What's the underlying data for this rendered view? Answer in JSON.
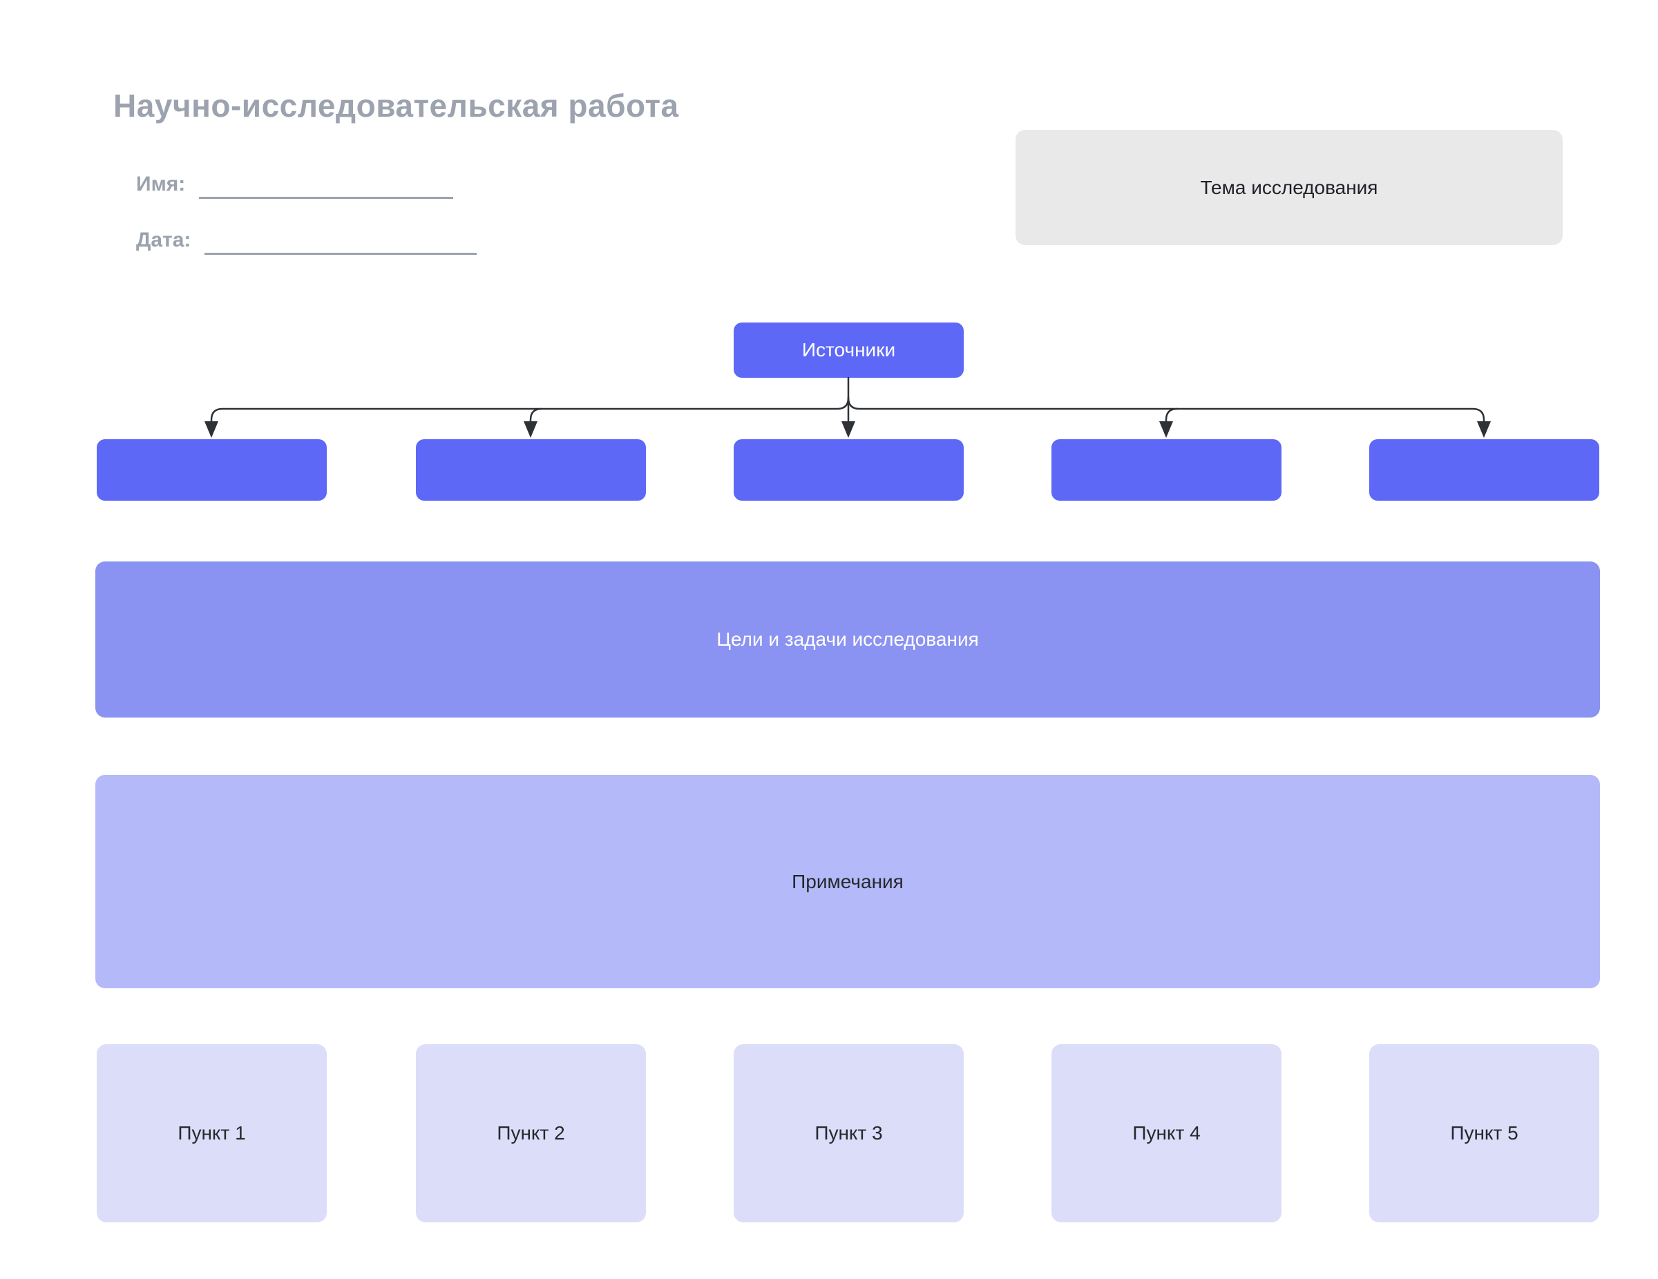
{
  "title": "Научно-исследовательская работа",
  "fields": [
    {
      "label": "Имя:"
    },
    {
      "label": "Дата:"
    }
  ],
  "topic": {
    "label": "Тема исследования"
  },
  "diagram": {
    "root_label": "Источники",
    "child_boxes_count": 5
  },
  "goals": {
    "label": "Цели и задачи исследования"
  },
  "notes": {
    "label": "Примечания"
  },
  "items": [
    {
      "label": "Пункт 1"
    },
    {
      "label": "Пункт 2"
    },
    {
      "label": "Пункт 3"
    },
    {
      "label": "Пункт 4"
    },
    {
      "label": "Пункт 5"
    }
  ],
  "colors": {
    "title_gray": "#9ca3af",
    "accent_primary": "#5d68f7",
    "accent_medium": "#8a92f2",
    "accent_light": "#b4b9f9",
    "accent_pale": "#dcdef9",
    "topic_gray": "#e9e9ea",
    "connector": "#2e3136",
    "text_dark": "#1f2127"
  }
}
